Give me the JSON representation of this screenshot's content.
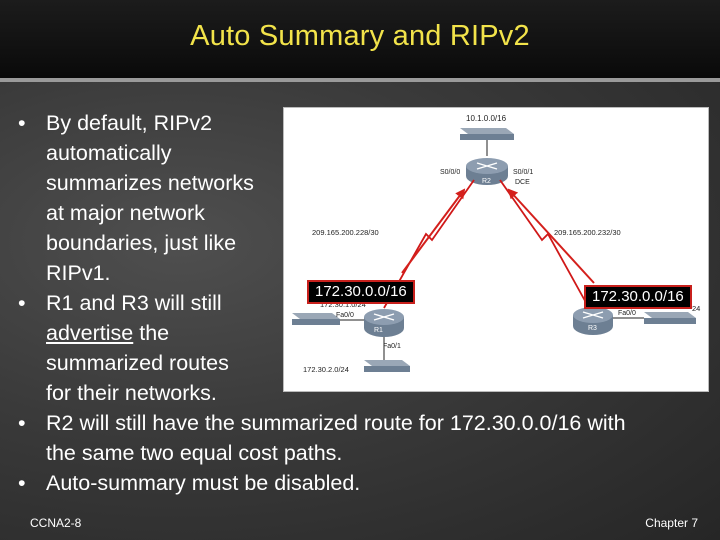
{
  "slide": {
    "title": "Auto Summary and RIPv2",
    "bullets": {
      "b1_line1": "By default, RIPv2",
      "b1_line2": "automatically",
      "b1_line3": "summarizes networks",
      "b1_line4": "at major network",
      "b1_line5": "boundaries, just like",
      "b1_line6": "RIPv1.",
      "b2_line1": "R1 and R3 will still",
      "b2_line2_u": "advertise",
      "b2_line2_rest": " the",
      "b2_line3": "summarized routes",
      "b2_line4": "for their networks.",
      "b3_line1": "R2 will still have the summarized route for 172.30.0.0/16 with",
      "b3_line2": "the same two equal cost paths.",
      "b4_line1": "Auto-summary must be disabled."
    },
    "bullet_glyph": "•",
    "footer_left": "CCNA2-8",
    "footer_right": "Chapter 7"
  },
  "diagram": {
    "net_top": "10.1.0.0/16",
    "r2_s0": "S0/0/0",
    "r2_s1": "S0/0/1",
    "r2_dce": "DCE",
    "r2_name": "R2",
    "link_left": "209.165.200.228/30",
    "link_right": "209.165.200.232/30",
    "r1_lan_top": "172.30.1.0/24",
    "r1_fa0": "Fa0/0",
    "r1_fa1": "Fa0/1",
    "r1_name": "R1",
    "r1_lan_bottom": "172.30.2.0/24",
    "r3_fa0": "Fa0/0",
    "r3_name": "R3",
    "r3_lan_suffix": "24",
    "callout_left": "172.30.0.0/16",
    "callout_right": "172.30.0.0/16",
    "colors": {
      "arrow": "#d4201c",
      "link": "#d01818",
      "callout_border": "#c8201c",
      "router": "#6d7f93"
    }
  }
}
